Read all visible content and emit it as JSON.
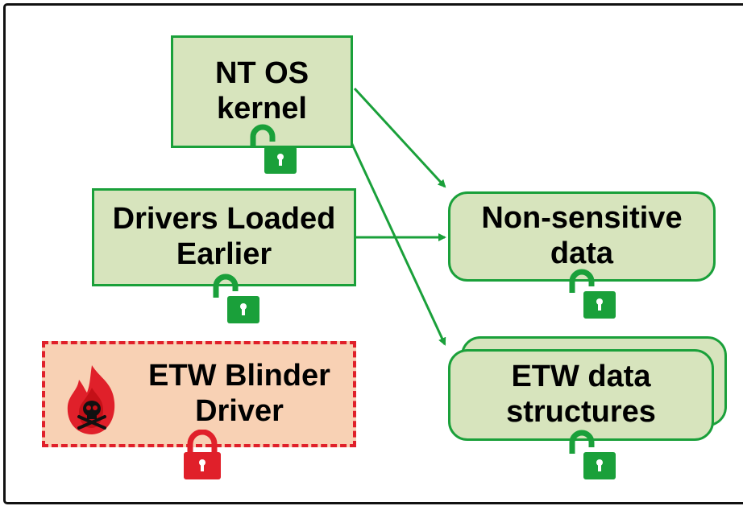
{
  "nodes": {
    "nt_kernel": "NT OS\nkernel",
    "drivers_earlier": "Drivers Loaded\nEarlier",
    "etw_blinder": "ETW Blinder\nDriver",
    "non_sensitive": "Non-sensitive\ndata",
    "etw_structures": "ETW data\nstructures"
  },
  "icons": {
    "unlocked": "unlocked-padlock-icon",
    "locked": "locked-padlock-icon",
    "malware": "flaming-skull-icon"
  },
  "colors": {
    "background": "#fdfcc6",
    "node_fill": "#d7e4bd",
    "node_border": "#1aa03a",
    "danger_fill": "#f8d1b4",
    "danger_border": "#e0202a",
    "lock_green": "#1aa03a",
    "lock_red": "#e0202a"
  }
}
